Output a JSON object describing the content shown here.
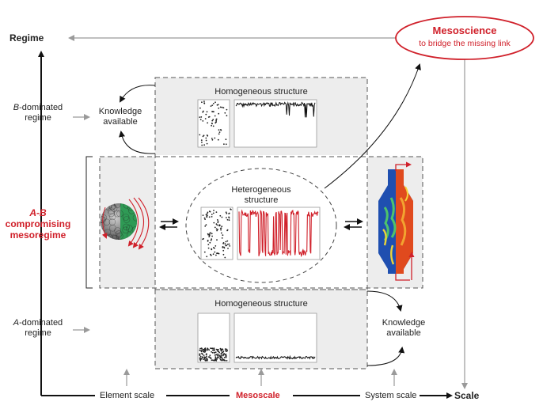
{
  "axes": {
    "y_label": "Regime",
    "x_label": "Scale",
    "x_ticks": {
      "element": "Element scale",
      "meso": "Mesoscale",
      "system": "System scale"
    }
  },
  "regimes": {
    "b": {
      "letter": "B",
      "rest": "-dominated",
      "line2": "regime"
    },
    "ab": {
      "line1": "A-B",
      "line2": "compromising",
      "line3": "mesoregime"
    },
    "a": {
      "letter": "A",
      "rest": "-dominated",
      "line2": "regime"
    }
  },
  "knowledge": {
    "line1": "Knowledge",
    "line2": "available"
  },
  "structures": {
    "top": "Homogeneous structure",
    "middle": {
      "line1": "Heterogeneous",
      "line2": "structure"
    },
    "bottom": "Homogeneous structure"
  },
  "mesoscience": {
    "title": "Mesoscience",
    "subtitle": "to bridge the missing link"
  },
  "colors": {
    "accent": "#d0202a",
    "panel": "#ededed",
    "dash": "#555555",
    "arrow_gray": "#9a9a9a"
  }
}
